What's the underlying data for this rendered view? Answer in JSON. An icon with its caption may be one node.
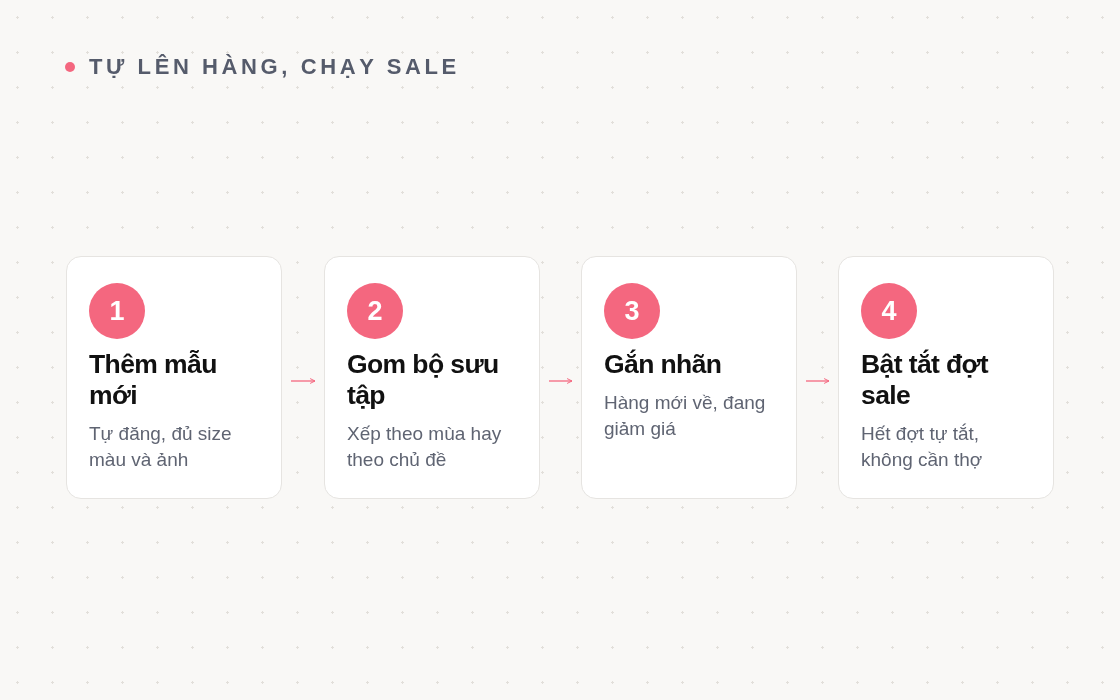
{
  "diagram": {
    "title": "TỰ LÊN HÀNG, CHẠY SALE",
    "nodes": [
      {
        "text": [
          "1",
          "Thêm mẫu mới",
          "Tự đăng, đủ size màu và ảnh"
        ]
      },
      {
        "text": [
          "2",
          "Gom bộ sưu tập",
          "Xếp theo mùa hay theo chủ đề"
        ]
      },
      {
        "text": [
          "3",
          "Gắn nhãn",
          "Hàng mới về, đang giảm giá"
        ]
      },
      {
        "text": [
          "4",
          "Bật tắt đợt sale",
          "Hết đợt tự tắt, không cần thợ"
        ]
      }
    ],
    "edges": [
      {
        "from": 0,
        "to": 1,
        "arrow": "to"
      },
      {
        "from": 1,
        "to": 2,
        "arrow": "to"
      },
      {
        "from": 2,
        "to": 3,
        "arrow": "to"
      }
    ]
  }
}
